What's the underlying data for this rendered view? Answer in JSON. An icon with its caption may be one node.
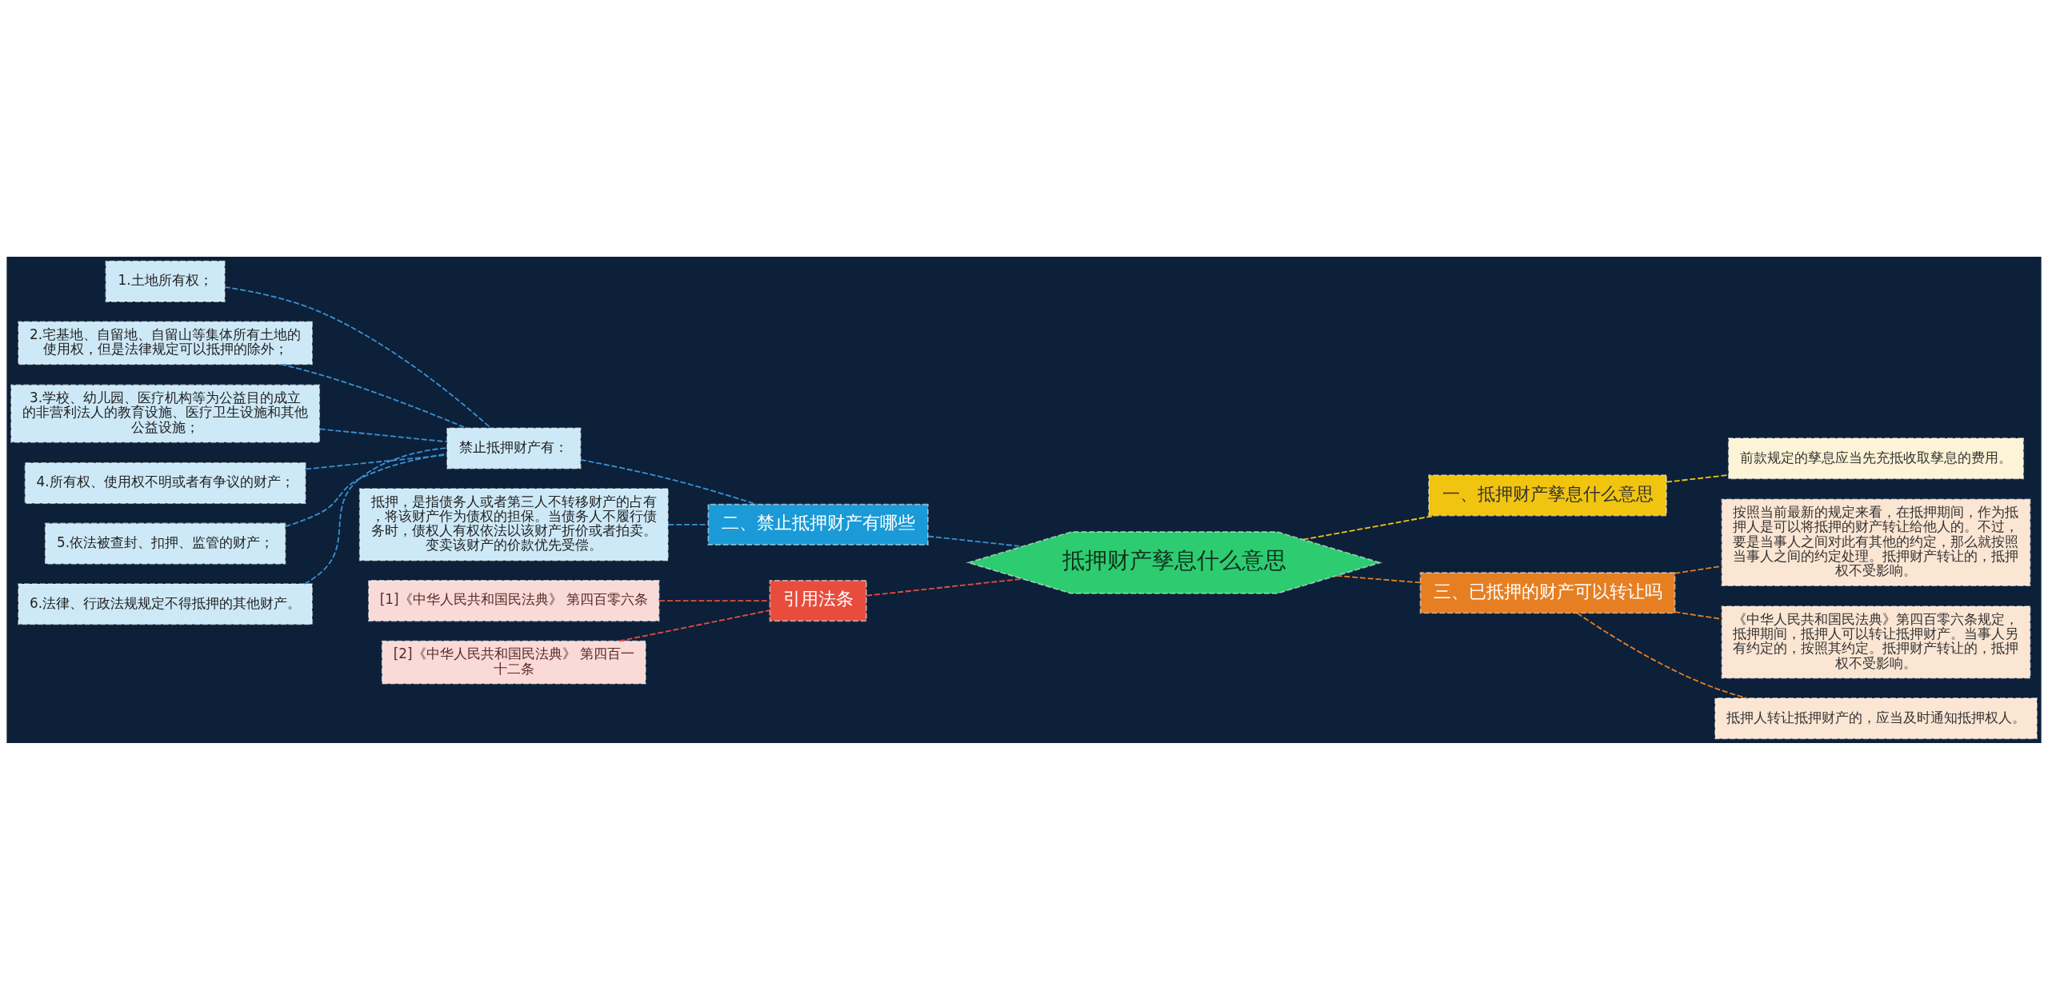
{
  "diagram": {
    "nodes": [
      {
        "text": [
          "抵押财产孳息什么意思"
        ]
      },
      {
        "text": [
          "二、禁止抵押财产有哪些"
        ]
      },
      {
        "text": [
          "禁止抵押财产有："
        ]
      },
      {
        "text": [
          "1.土地所有权；"
        ]
      },
      {
        "text": [
          "2.宅基地、自留地、自留山等集体所有土地的使用权，但是法律规定可以抵押的除外；"
        ]
      },
      {
        "text": [
          "3.学校、幼儿园、医疗机构等为公益目的成立的非营利法人的教育设施、医疗卫生设施和其他公益设施；"
        ]
      },
      {
        "text": [
          "4.所有权、使用权不明或者有争议的财产；"
        ]
      },
      {
        "text": [
          "5.依法被查封、扣押、监管的财产；"
        ]
      },
      {
        "text": [
          "6.法律、行政法规规定不得抵押的其他财产。"
        ]
      },
      {
        "text": [
          "抵押，是指债务人或者第三人不转移财产的占有，将该财产作为债权的担保。当债务人不履行债务时，债权人有权依法以该财产折价或者拍卖。变卖该财产的价款优先受偿。"
        ]
      },
      {
        "text": [
          "引用法条"
        ]
      },
      {
        "text": [
          "[1]《中华人民共和国民法典》 第四百零六条"
        ]
      },
      {
        "text": [
          "[2]《中华人民共和国民法典》 第四百一十二条"
        ]
      },
      {
        "text": [
          "一、抵押财产孳息什么意思"
        ]
      },
      {
        "text": [
          "前款规定的孳息应当先充抵收取孳息的费用。"
        ]
      },
      {
        "text": [
          "三、已抵押的财产可以转让吗"
        ]
      },
      {
        "text": [
          "按照当前最新的规定来看，在抵押期间，作为抵押人是可以将抵押的财产转让给他人的。不过，要是当事人之间对此有其他的约定，那么就按照当事人之间的约定处理。抵押财产转让的，抵押权不受影响。"
        ]
      },
      {
        "text": [
          "《中华人民共和国民法典》第四百零六条规定，抵押期间，抵押人可以转让抵押财产。当事人另有约定的，按照其约定。抵押财产转让的，抵押权不受影响。"
        ]
      },
      {
        "text": [
          "抵押人转让抵押财产的，应当及时通知抵押权人。"
        ]
      }
    ],
    "edges": [
      {
        "from": 0,
        "to": 1,
        "arrow": "none",
        "style": "dashed"
      },
      {
        "from": 1,
        "to": 2,
        "arrow": "none",
        "style": "dashed"
      },
      {
        "from": 2,
        "to": 3,
        "arrow": "none",
        "style": "dashed"
      },
      {
        "from": 2,
        "to": 4,
        "arrow": "none",
        "style": "dashed"
      },
      {
        "from": 2,
        "to": 5,
        "arrow": "none",
        "style": "dashed"
      },
      {
        "from": 2,
        "to": 6,
        "arrow": "none",
        "style": "dashed"
      },
      {
        "from": 2,
        "to": 7,
        "arrow": "none",
        "style": "dashed"
      },
      {
        "from": 2,
        "to": 8,
        "arrow": "none",
        "style": "dashed"
      },
      {
        "from": 1,
        "to": 9,
        "arrow": "none",
        "style": "dashed"
      },
      {
        "from": 0,
        "to": 10,
        "arrow": "none",
        "style": "dashed",
        "color": "#e74c3c"
      },
      {
        "from": 10,
        "to": 11,
        "arrow": "none",
        "style": "dashed",
        "color": "#e74c3c"
      },
      {
        "from": 10,
        "to": 12,
        "arrow": "none",
        "style": "dashed",
        "color": "#e74c3c"
      },
      {
        "from": 0,
        "to": 13,
        "arrow": "none",
        "style": "dashed",
        "color": "#f1c40f"
      },
      {
        "from": 13,
        "to": 14,
        "arrow": "none",
        "style": "dashed",
        "color": "#f1c40f"
      },
      {
        "from": 0,
        "to": 15,
        "arrow": "none",
        "style": "dashed",
        "color": "#e67e22"
      },
      {
        "from": 15,
        "to": 16,
        "arrow": "none",
        "style": "dashed",
        "color": "#e67e22"
      },
      {
        "from": 15,
        "to": 17,
        "arrow": "none",
        "style": "dashed",
        "color": "#e67e22"
      },
      {
        "from": 15,
        "to": 18,
        "arrow": "none",
        "style": "dashed",
        "color": "#e67e22"
      }
    ]
  }
}
